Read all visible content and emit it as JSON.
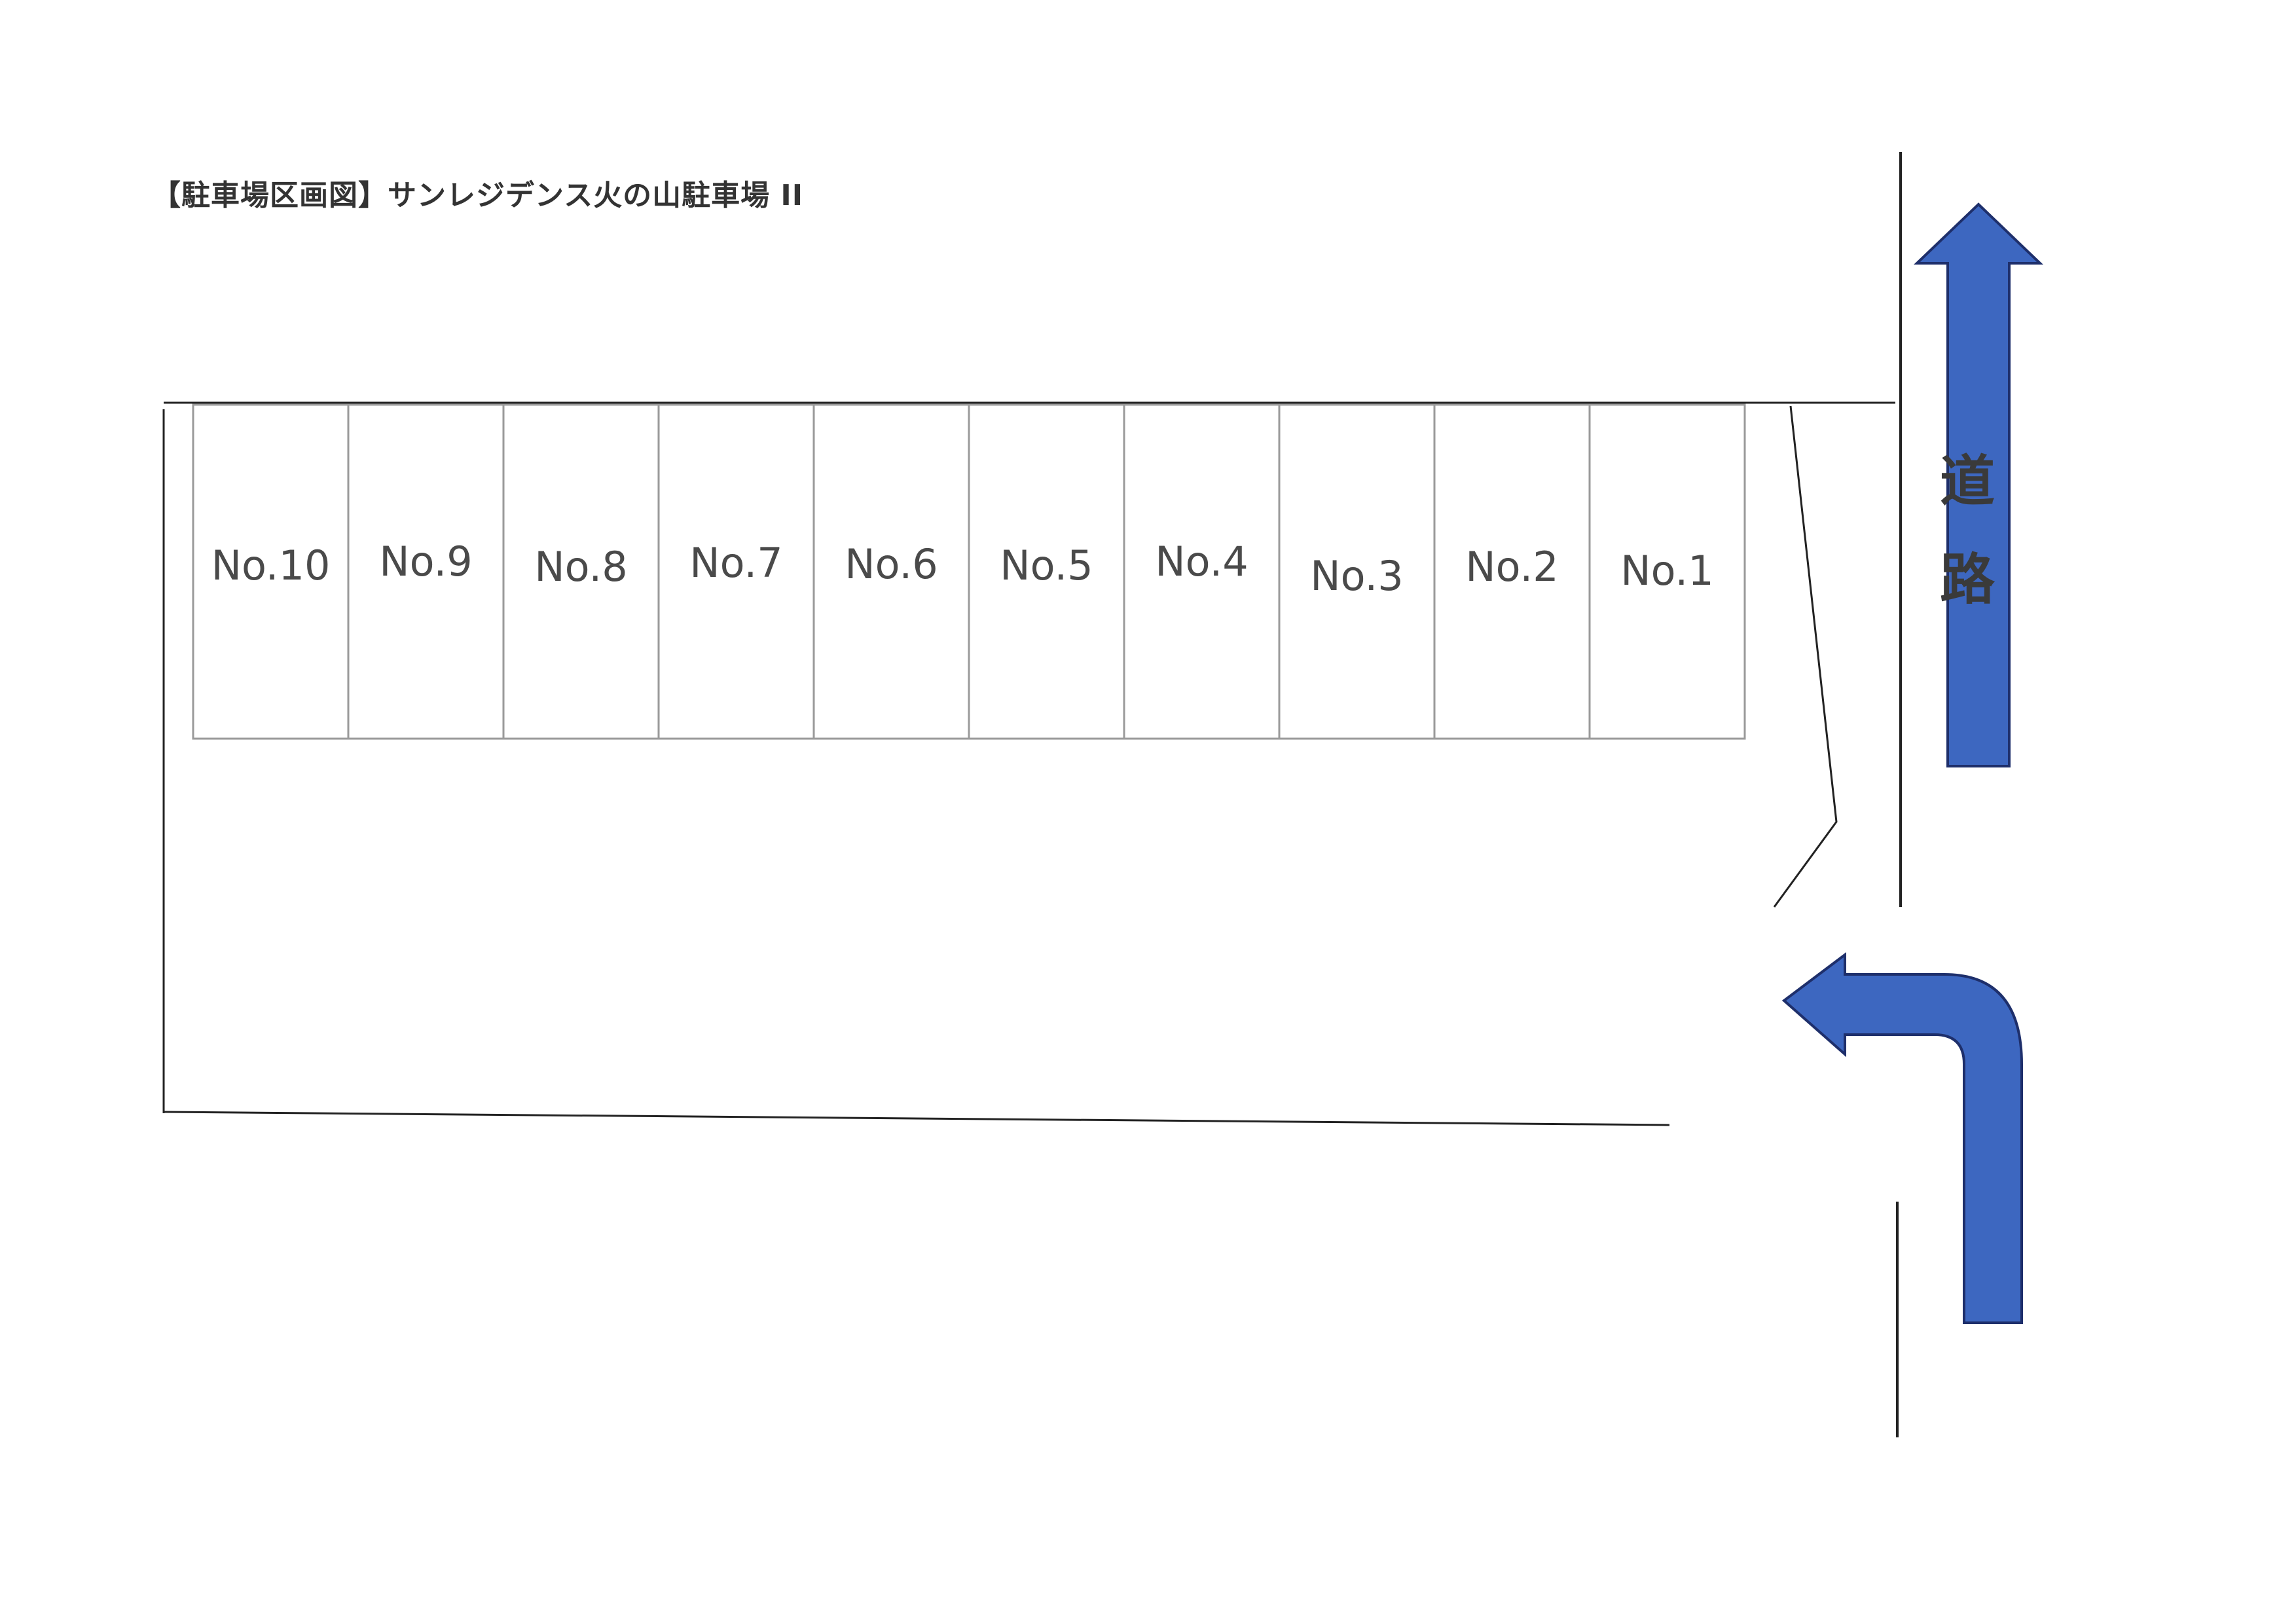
{
  "title": "【駐車場区画図】サンレジデンス火の山駐車場 II",
  "road_label": {
    "char1": "道",
    "char2": "路"
  },
  "stalls": [
    {
      "label": "No.10"
    },
    {
      "label": "No.9"
    },
    {
      "label": "No.8"
    },
    {
      "label": "No.7"
    },
    {
      "label": "No.6"
    },
    {
      "label": "No.5"
    },
    {
      "label": "No.4"
    },
    {
      "label": "No.3"
    },
    {
      "label": "No.2"
    },
    {
      "label": "No.1"
    }
  ],
  "icons": {
    "road_arrow": "arrow-up-icon",
    "entry_arrow": "turn-left-arrow-icon"
  },
  "colors": {
    "arrow_fill": "#3d67c0",
    "arrow_stroke": "#1e2f6b",
    "stall_border": "#9a9a9a",
    "text": "#333333"
  }
}
